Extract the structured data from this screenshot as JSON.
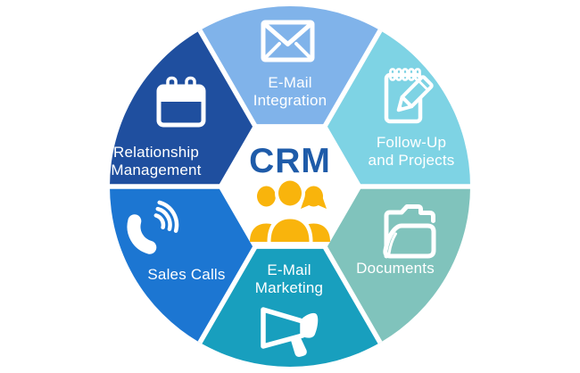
{
  "diagram": {
    "center": {
      "title": "CRM",
      "title_color": "#1E5BA9",
      "people_color": "#F9B40C",
      "hexagon_color": "#FFFFFF"
    },
    "divider_color": "#FFFFFF",
    "background_color": "#FFFFFF",
    "segments": [
      {
        "id": "email-integration",
        "label": "E-Mail\nIntegration",
        "color": "#80B3EA",
        "icon": "envelope-icon"
      },
      {
        "id": "follow-up-projects",
        "label": "Follow-Up\nand Projects",
        "color": "#7ED3E4",
        "icon": "notepad-pencil-icon"
      },
      {
        "id": "documents",
        "label": "Documents",
        "color": "#80C3BC",
        "icon": "folder-icon"
      },
      {
        "id": "email-marketing",
        "label": "E-Mail\nMarketing",
        "color": "#189FBE",
        "icon": "megaphone-icon"
      },
      {
        "id": "sales-calls",
        "label": "Sales Calls",
        "color": "#1C76D2",
        "icon": "phone-icon"
      },
      {
        "id": "relationship-management",
        "label": "Relationship\nManagement",
        "color": "#1F4F9F",
        "icon": "calendar-icon"
      }
    ]
  }
}
